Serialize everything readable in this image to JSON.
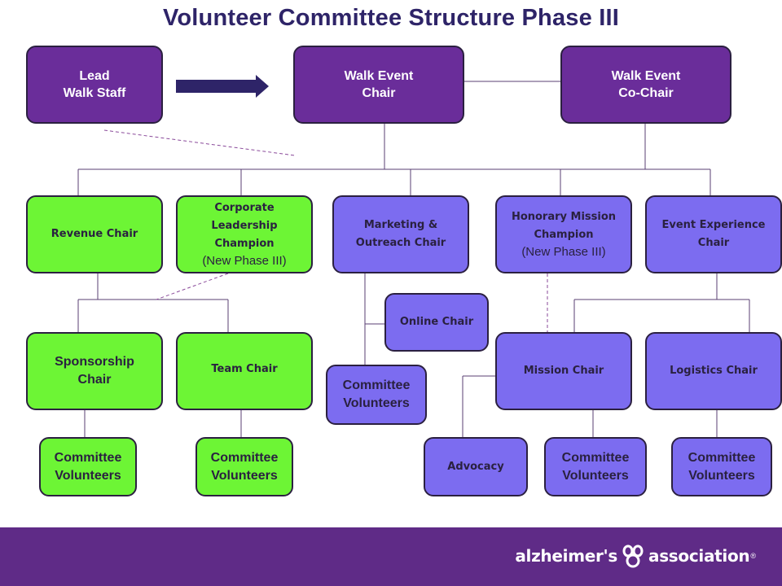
{
  "title": "Volunteer Committee Structure Phase III",
  "nodes": {
    "lead_walk_staff": [
      "Lead",
      "Walk Staff"
    ],
    "walk_event_chair": [
      "Walk Event",
      "Chair"
    ],
    "walk_event_cochair": [
      "Walk Event",
      "Co-Chair"
    ],
    "revenue_chair": [
      "Revenue Chair"
    ],
    "corporate_leadership": [
      "Corporate",
      "Leadership",
      "Champion"
    ],
    "corporate_leadership_note": "(New Phase III)",
    "marketing_outreach": [
      "Marketing &",
      "Outreach Chair"
    ],
    "honorary_mission": [
      "Honorary Mission",
      "Champion"
    ],
    "honorary_mission_note": "(New Phase III)",
    "event_experience": [
      "Event Experience",
      "Chair"
    ],
    "sponsorship_chair": [
      "Sponsorship",
      "Chair"
    ],
    "team_chair": [
      "Team Chair"
    ],
    "online_chair": [
      "Online Chair"
    ],
    "mission_chair": [
      "Mission Chair"
    ],
    "logistics_chair": [
      "Logistics Chair"
    ],
    "advocacy": [
      "Advocacy"
    ],
    "committee_volunteers": [
      "Committee",
      "Volunteers"
    ]
  },
  "footer": {
    "brand_left": "alzheimer's",
    "brand_right": "association",
    "registered": "®"
  },
  "colors": {
    "title": "#2e2468",
    "leadership": "#6a2d9a",
    "revenue_branch": "#6df535",
    "program_branch": "#7c6cf0",
    "footer": "#5f2b87",
    "connector": "#5a3f73"
  }
}
